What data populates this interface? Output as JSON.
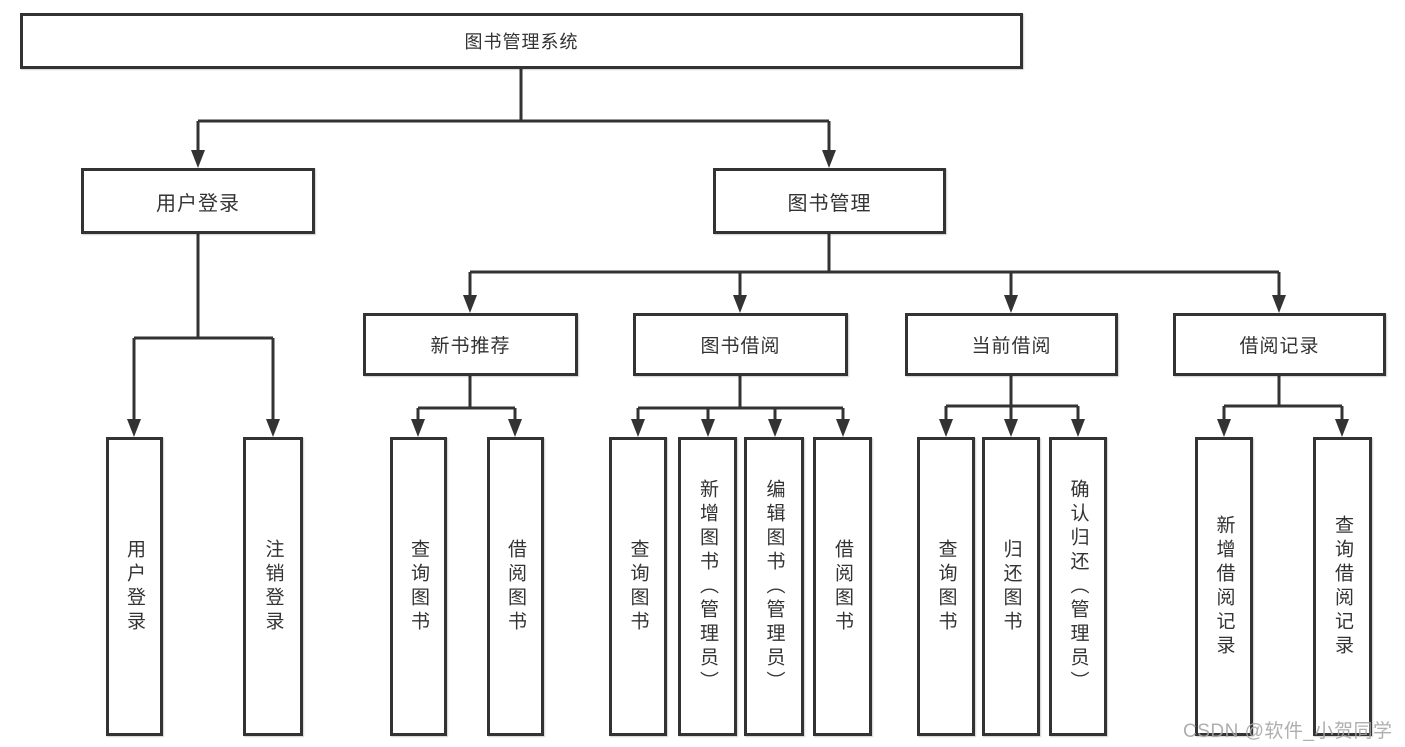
{
  "tree": {
    "label": "图书管理系统",
    "children": [
      {
        "label": "用户登录",
        "children": [
          {
            "label": "用户登录"
          },
          {
            "label": "注销登录"
          }
        ]
      },
      {
        "label": "图书管理",
        "children": [
          {
            "label": "新书推荐",
            "children": [
              {
                "label": "查询图书"
              },
              {
                "label": "借阅图书"
              }
            ]
          },
          {
            "label": "图书借阅",
            "children": [
              {
                "label": "查询图书"
              },
              {
                "label": "新增图书（管理员）"
              },
              {
                "label": "编辑图书（管理员）"
              },
              {
                "label": "借阅图书"
              }
            ]
          },
          {
            "label": "当前借阅",
            "children": [
              {
                "label": "查询图书"
              },
              {
                "label": "归还图书"
              },
              {
                "label": "确认归还（管理员）"
              }
            ]
          },
          {
            "label": "借阅记录",
            "children": [
              {
                "label": "新增借阅记录"
              },
              {
                "label": "查询借阅记录"
              }
            ]
          }
        ]
      }
    ]
  },
  "watermark": "CSDN @软件_小贺同学",
  "colors": {
    "line": "#333333",
    "text": "#333333",
    "watermark": "#a6a6a6",
    "background": "#ffffff"
  }
}
